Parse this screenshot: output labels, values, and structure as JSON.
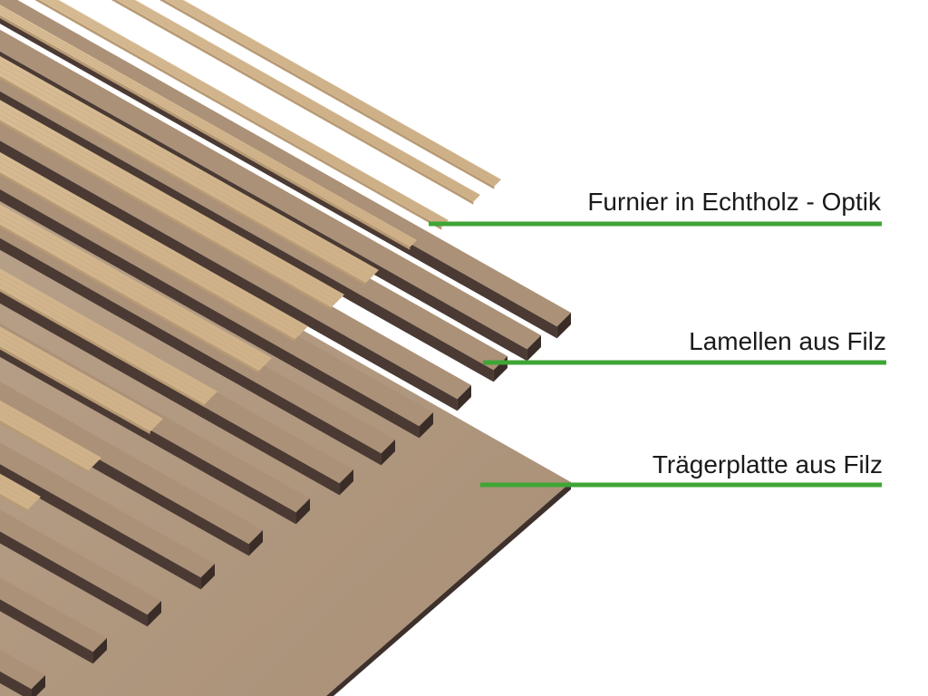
{
  "labels": {
    "veneer": "Furnier in Echtholz - Optik",
    "slats": "Lamellen aus Filz",
    "base": "Trägerplatte aus Filz"
  },
  "colors": {
    "callout_line": "#3fa535",
    "felt_top": "#b29a80",
    "felt_side": "#4a3a33",
    "slat_top": "#a68c72",
    "veneer": "#e0c7a2"
  }
}
